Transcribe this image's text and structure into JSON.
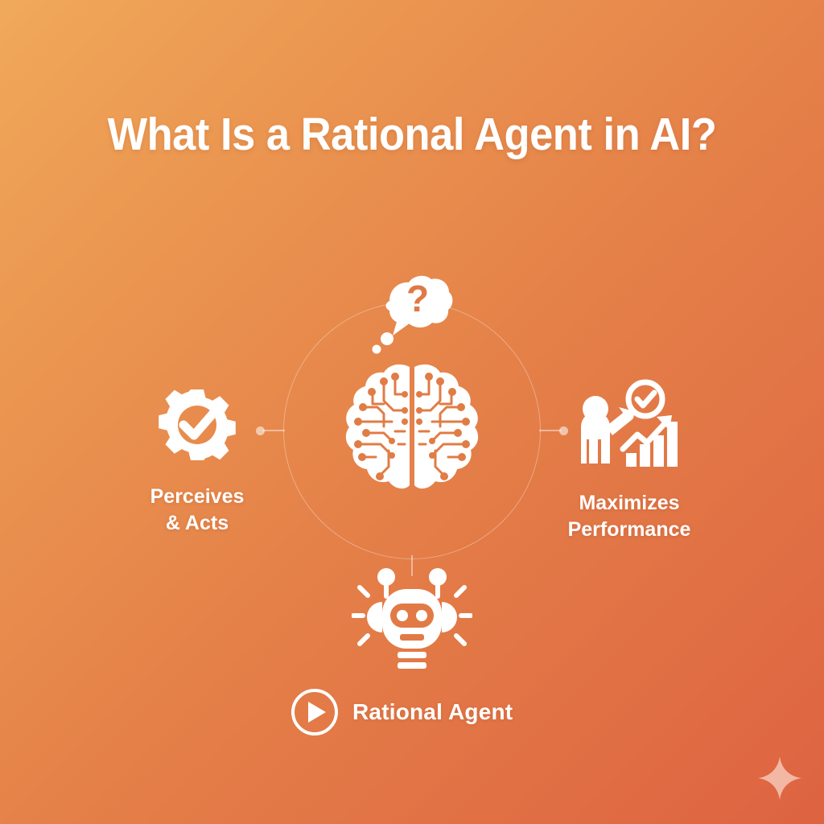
{
  "background": {
    "gradient_from": "#f0a95a",
    "gradient_to": "#de6341",
    "direction": "top-left to bottom-right"
  },
  "title": "What Is a Rational Agent in AI?",
  "center": {
    "icon": "ai-brain-circuit-icon",
    "thought_icon": "thought-bubble-question-icon",
    "thought_glyph": "?"
  },
  "nodes": {
    "left": {
      "icon": "gear-check-icon",
      "label_line1": "Perceives",
      "label_line2": "& Acts"
    },
    "right": {
      "icon": "presenter-growth-chart-icon",
      "label_line1": "Maximizes",
      "label_line2": "Performance"
    },
    "bottom": {
      "icon": "robot-head-icon"
    }
  },
  "caption": {
    "play_icon": "play-circle-icon",
    "text": "Rational Agent"
  },
  "decoration": {
    "sparkle_icon": "sparkle-star-icon",
    "sparkle_color": "#f3b8a4"
  }
}
